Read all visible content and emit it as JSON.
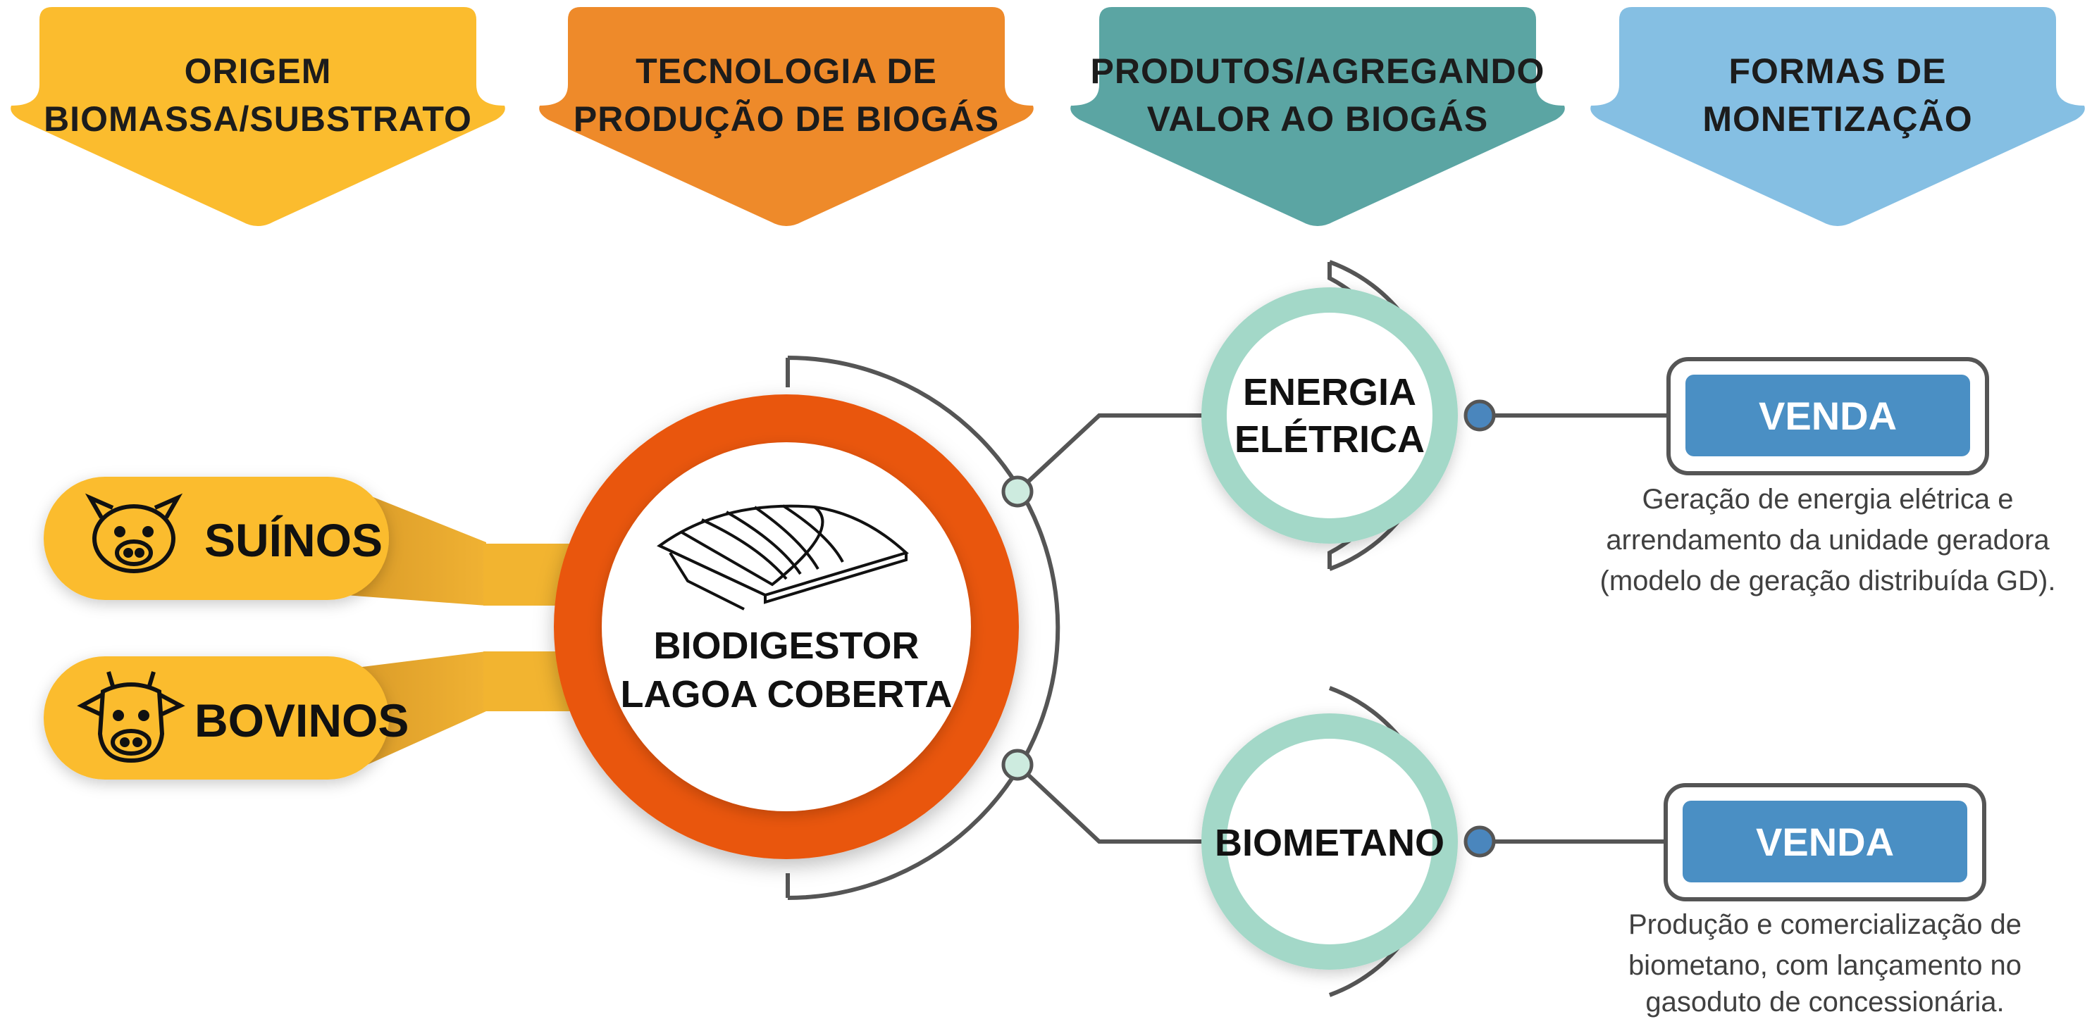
{
  "headers": [
    {
      "line1": "ORIGEM",
      "line2": "BIOMASSA/SUBSTRATO",
      "color": "#FBBC2E"
    },
    {
      "line1": "TECNOLOGIA DE",
      "line2": "PRODUÇÃO DE BIOGÁS",
      "color": "#EE8A2A"
    },
    {
      "line1": "PRODUTOS/AGREGANDO",
      "line2": "VALOR AO BIOGÁS",
      "color": "#5BA5A3"
    },
    {
      "line1": "FORMAS DE",
      "line2": "MONETIZAÇÃO",
      "color": "#85BFE3"
    }
  ],
  "sources": [
    {
      "label": "SUÍNOS",
      "icon": "pig-icon"
    },
    {
      "label": "BOVINOS",
      "icon": "cow-icon"
    }
  ],
  "center": {
    "line1": "BIODIGESTOR",
    "line2": "LAGOA COBERTA",
    "icon": "covered-lagoon-icon"
  },
  "products": [
    {
      "line1": "ENERGIA",
      "line2": "ELÉTRICA"
    },
    {
      "line1": "BIOMETANO",
      "line2": ""
    }
  ],
  "monetization": [
    {
      "label": "VENDA",
      "desc": [
        "Geração de energia elétrica e",
        "arrendamento da unidade geradora",
        "(modelo de geração distribuída GD)."
      ]
    },
    {
      "label": "VENDA",
      "desc": [
        "Produção e comercialização de",
        "biometano, com lançamento no",
        "gasoduto de concessionária."
      ]
    }
  ],
  "colors": {
    "source_pill": "#FBBC2E",
    "source_band": "#E0A02A",
    "center_ring": "#E9560E",
    "product_ring": "#A3D8C8",
    "connector": "#555555",
    "node_dot_light": "#CDEBDF",
    "node_dot_blue": "#4A86BD",
    "venda_button": "#4A8FC4"
  }
}
